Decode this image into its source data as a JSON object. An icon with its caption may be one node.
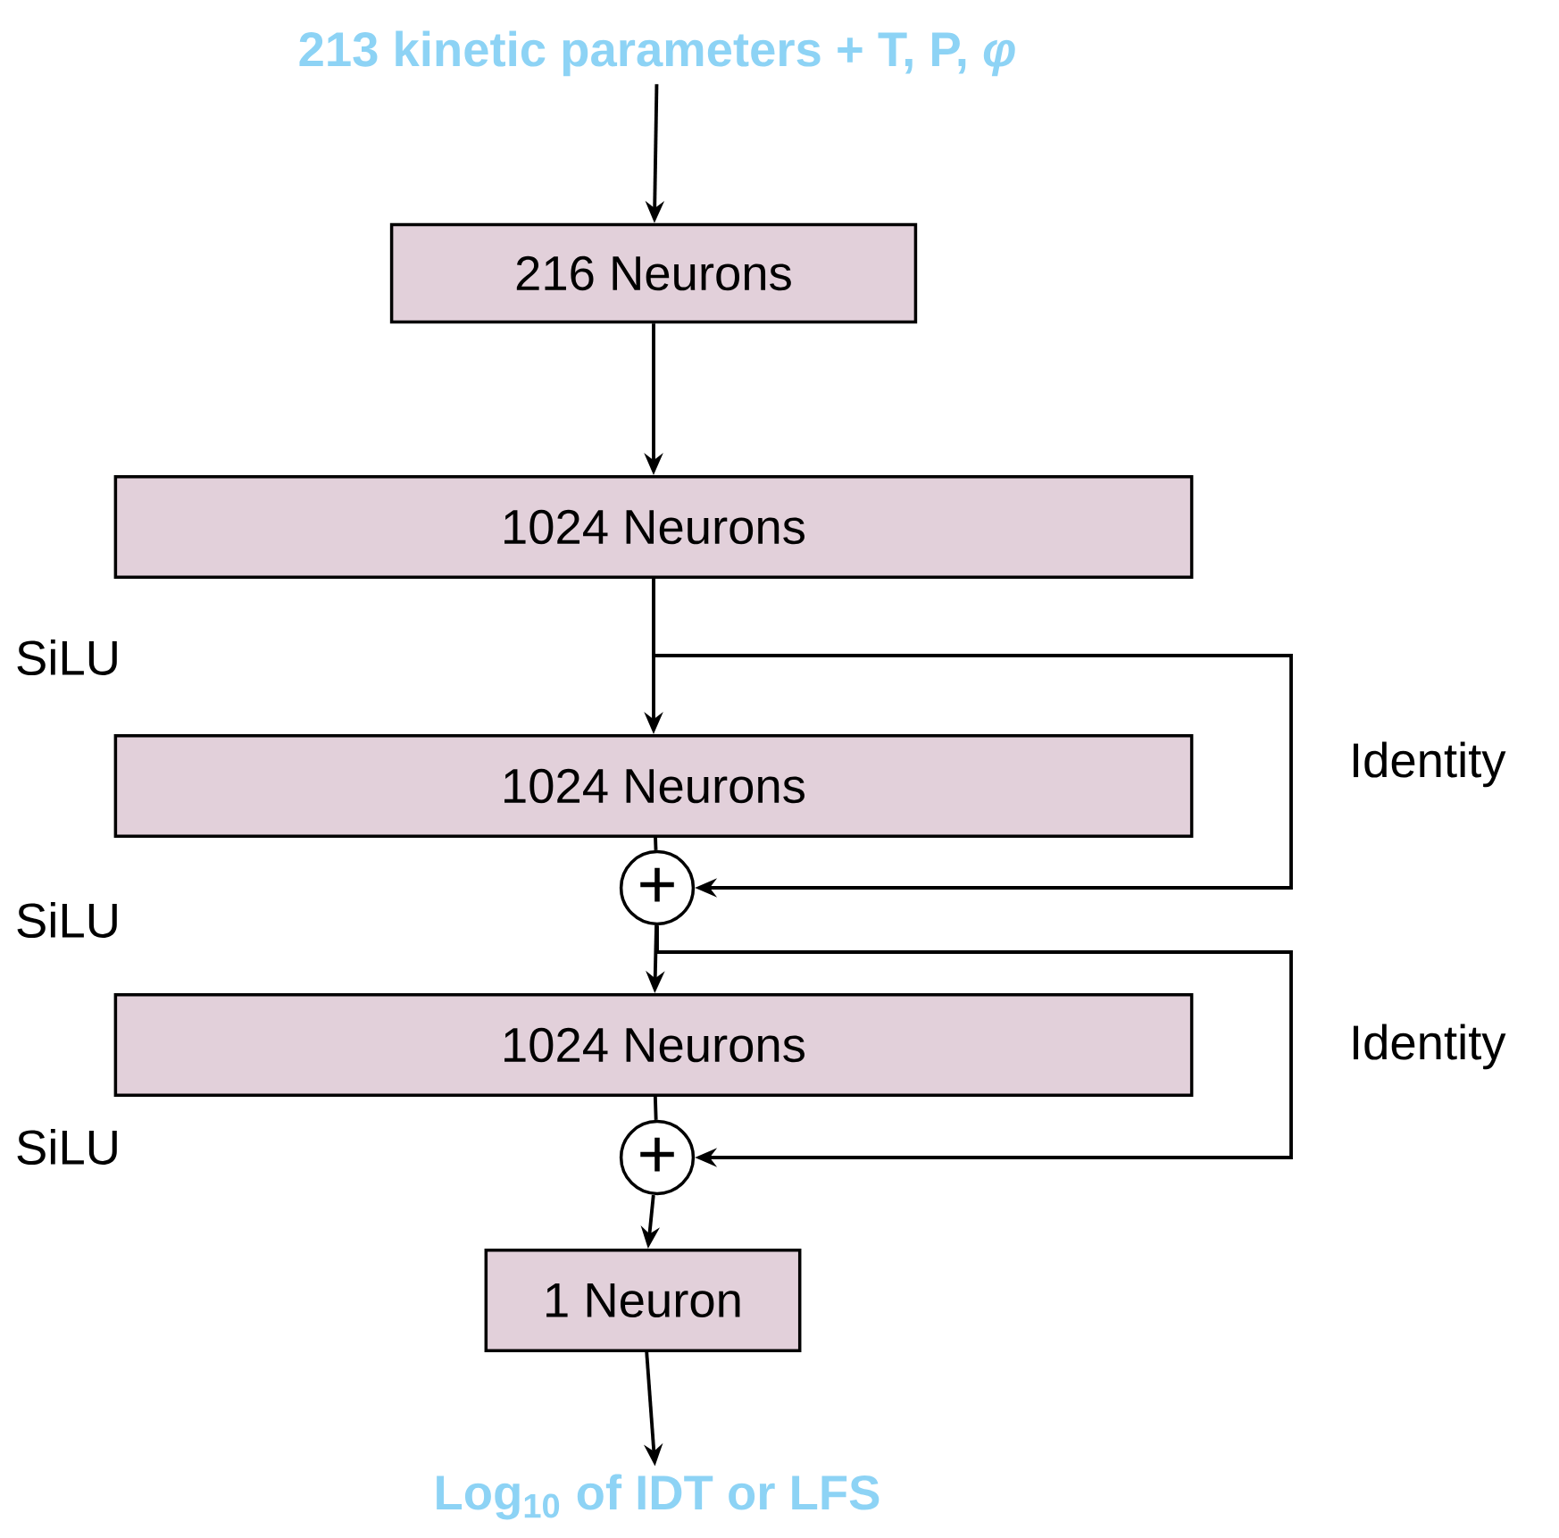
{
  "diagram": {
    "nodes": [
      {
        "text": [
          "213 kinetic parameters + T, P, *φ*"
        ]
      },
      {
        "text": [
          "216 Neurons"
        ]
      },
      {
        "text": [
          "1024 Neurons"
        ]
      },
      {
        "text": [
          "1024 Neurons"
        ]
      },
      {
        "text": [
          "+"
        ]
      },
      {
        "text": [
          "1024 Neurons"
        ]
      },
      {
        "text": [
          "+"
        ]
      },
      {
        "text": [
          "1 Neuron"
        ]
      },
      {
        "text": [
          "Log$_{10}$ of IDT or LFS"
        ]
      }
    ],
    "edges": [
      {
        "from": 0,
        "to": 1,
        "arrow": "to"
      },
      {
        "from": 1,
        "to": 2,
        "arrow": "to"
      },
      {
        "from": 2,
        "to": 3,
        "arrow": "to"
      },
      {
        "from": 3,
        "to": 4,
        "arrow": "none"
      },
      {
        "from": 2,
        "to": 4,
        "arrow": "to",
        "label": "Identity"
      },
      {
        "from": 4,
        "to": 5,
        "arrow": "to"
      },
      {
        "from": 5,
        "to": 6,
        "arrow": "none"
      },
      {
        "from": 4,
        "to": 6,
        "arrow": "to",
        "label": "Identity"
      },
      {
        "from": 6,
        "to": 7,
        "arrow": "to"
      },
      {
        "from": 7,
        "to": 8,
        "arrow": "to"
      }
    ],
    "labels": [
      "SiLU",
      "SiLU",
      "SiLU"
    ]
  }
}
